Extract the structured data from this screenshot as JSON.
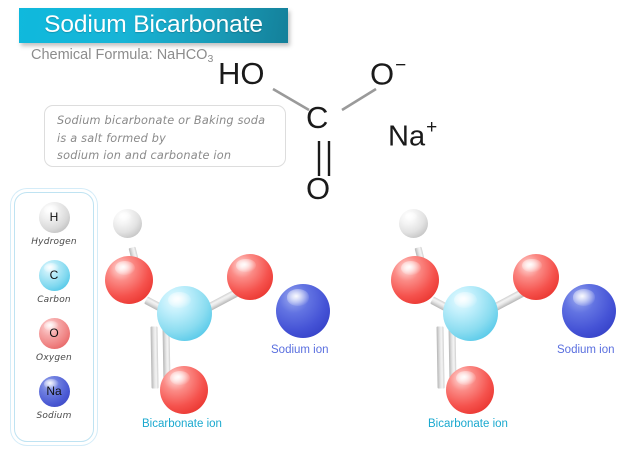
{
  "header": {
    "title": "Sodium Bicarbonate",
    "subtitle_prefix": "Chemical Formula: NaHCO",
    "subtitle_subscript": "3",
    "banner_color_start": "#0fb9dd",
    "banner_color_end": "#14809a",
    "title_color": "#ffffff",
    "subtitle_color": "#8c8c8c"
  },
  "description": {
    "line1": "Sodium bicarbonate or Baking soda",
    "line2": "is a salt formed by",
    "line3": "sodium ion and carbonate ion",
    "text_color": "#8a8a8a",
    "border_color": "#dddddd"
  },
  "structural_formula": {
    "hydroxyl_label": "HO",
    "carbon_label": "C",
    "oxide_label": "O",
    "oxide_charge": "−",
    "carbonyl_label": "O",
    "sodium_label": "Na",
    "sodium_charge": "+",
    "bond_color": "#9a9a9a",
    "text_color": "#1a1a1a"
  },
  "legend": {
    "border_color": "#bfe3f2",
    "items": [
      {
        "symbol": "H",
        "name": "Hydrogen",
        "color": "#d9d9d9",
        "class": "sph-H"
      },
      {
        "symbol": "C",
        "name": "Carbon",
        "color": "#7fd8ef",
        "class": "sph-C"
      },
      {
        "symbol": "O",
        "name": "Oxygen",
        "color": "#ef8282",
        "class": "sph-O"
      },
      {
        "symbol": "Na",
        "name": "Sodium",
        "color": "#4c5bd4",
        "class": "sph-Na"
      }
    ]
  },
  "molecules": [
    {
      "id": "left",
      "bicarbonate_label": "Bicarbonate ion",
      "sodium_label": "Sodium ion",
      "bicarbonate_label_color": "#1ba9cf",
      "sodium_label_color": "#5a6fdf"
    },
    {
      "id": "right",
      "bicarbonate_label": "Bicarbonate ion",
      "sodium_label": "Sodium ion",
      "bicarbonate_label_color": "#1ba9cf",
      "sodium_label_color": "#5a6fdf"
    }
  ]
}
